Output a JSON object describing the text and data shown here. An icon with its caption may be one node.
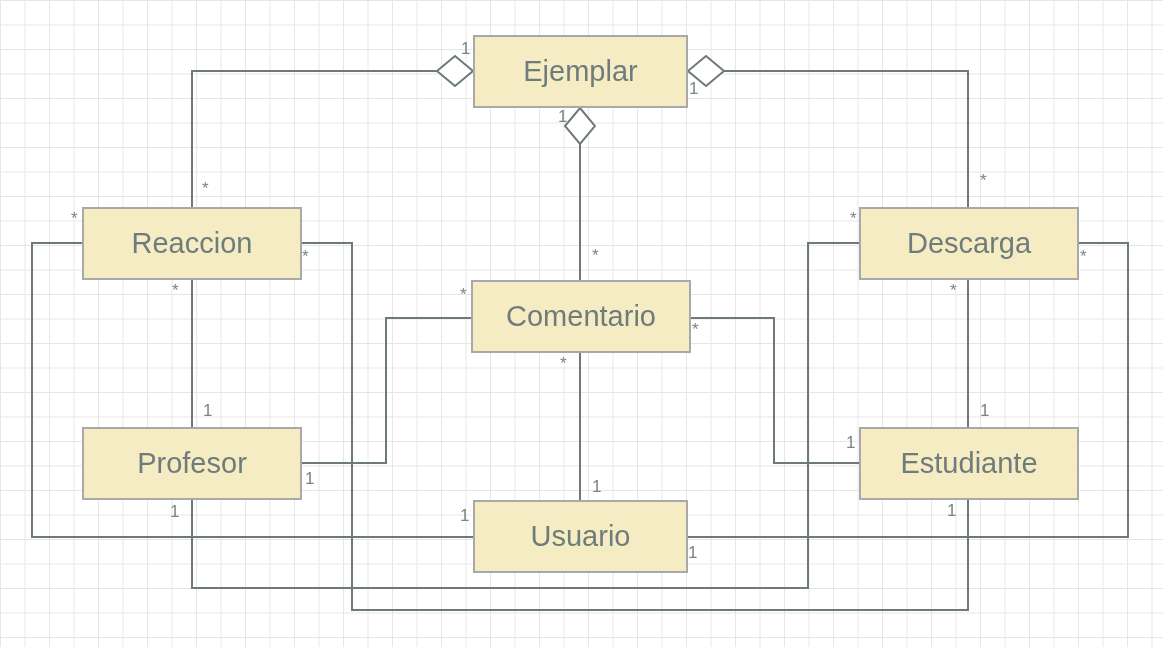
{
  "diagram": {
    "nodes": [
      {
        "text": [
          "Ejemplar"
        ]
      },
      {
        "text": [
          "Reaccion"
        ]
      },
      {
        "text": [
          "Descarga"
        ]
      },
      {
        "text": [
          "Comentario"
        ]
      },
      {
        "text": [
          "Profesor"
        ]
      },
      {
        "text": [
          "Estudiante"
        ]
      },
      {
        "text": [
          "Usuario"
        ]
      }
    ],
    "edges": [
      {
        "from": 0,
        "to": 1,
        "arrow": "other"
      },
      {
        "from": 0,
        "to": 2,
        "arrow": "other"
      },
      {
        "from": 0,
        "to": 3,
        "arrow": "other"
      },
      {
        "from": 1,
        "to": 4,
        "arrow": "none"
      },
      {
        "from": 2,
        "to": 5,
        "arrow": "none"
      },
      {
        "from": 3,
        "to": 6,
        "arrow": "none"
      },
      {
        "from": 3,
        "to": 4,
        "arrow": "none"
      },
      {
        "from": 3,
        "to": 5,
        "arrow": "none"
      },
      {
        "from": 1,
        "to": 6,
        "arrow": "none"
      },
      {
        "from": 1,
        "to": 5,
        "arrow": "none"
      },
      {
        "from": 4,
        "to": 2,
        "arrow": "none"
      },
      {
        "from": 2,
        "to": 6,
        "arrow": "none"
      }
    ],
    "labels": [
      "1",
      "1",
      "1",
      "*",
      "*",
      "*",
      "*",
      "*",
      "*",
      "*",
      "*",
      "*",
      "*",
      "*",
      "*",
      "1",
      "1",
      "1",
      "1",
      "1",
      "1",
      "1",
      "1",
      "1"
    ]
  }
}
